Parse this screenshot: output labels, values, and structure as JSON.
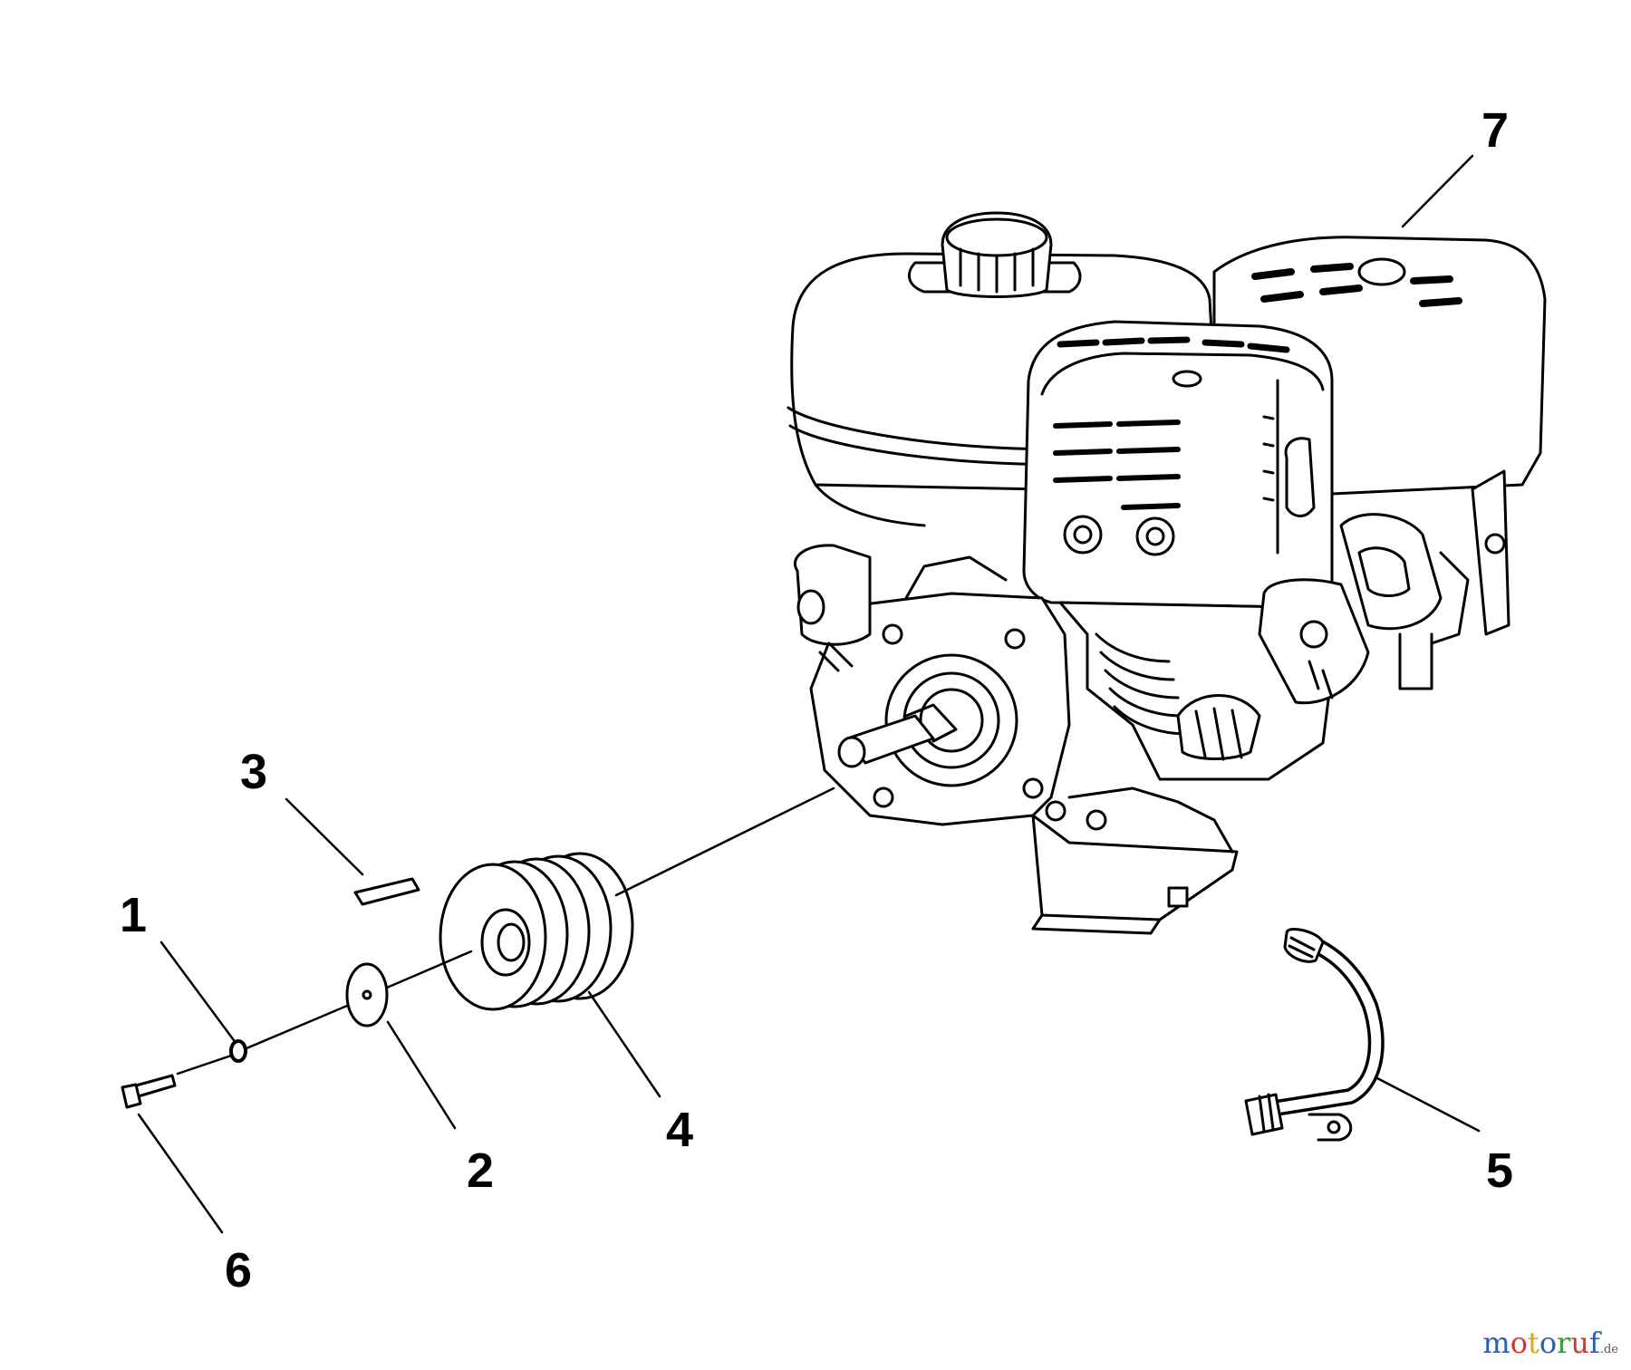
{
  "diagram": {
    "callouts": [
      {
        "id": "1",
        "label": "1",
        "part": "lock-washer"
      },
      {
        "id": "2",
        "label": "2",
        "part": "flat-washer"
      },
      {
        "id": "3",
        "label": "3",
        "part": "shaft-key"
      },
      {
        "id": "4",
        "label": "4",
        "part": "pulley"
      },
      {
        "id": "5",
        "label": "5",
        "part": "fuel-line"
      },
      {
        "id": "6",
        "label": "6",
        "part": "bolt"
      },
      {
        "id": "7",
        "label": "7",
        "part": "engine"
      }
    ]
  },
  "watermark": {
    "letters": [
      {
        "t": "m",
        "color": "#2f5fb3"
      },
      {
        "t": "o",
        "color": "#d4392b"
      },
      {
        "t": "t",
        "color": "#e8a21b"
      },
      {
        "t": "o",
        "color": "#2f5fb3"
      },
      {
        "t": "r",
        "color": "#3a9a3a"
      },
      {
        "t": "u",
        "color": "#d4392b"
      },
      {
        "t": "f",
        "color": "#2f5fb3"
      }
    ],
    "suffix": ".de",
    "suffix_color": "#555555"
  },
  "colors": {
    "line": "#000000",
    "background": "#ffffff"
  }
}
